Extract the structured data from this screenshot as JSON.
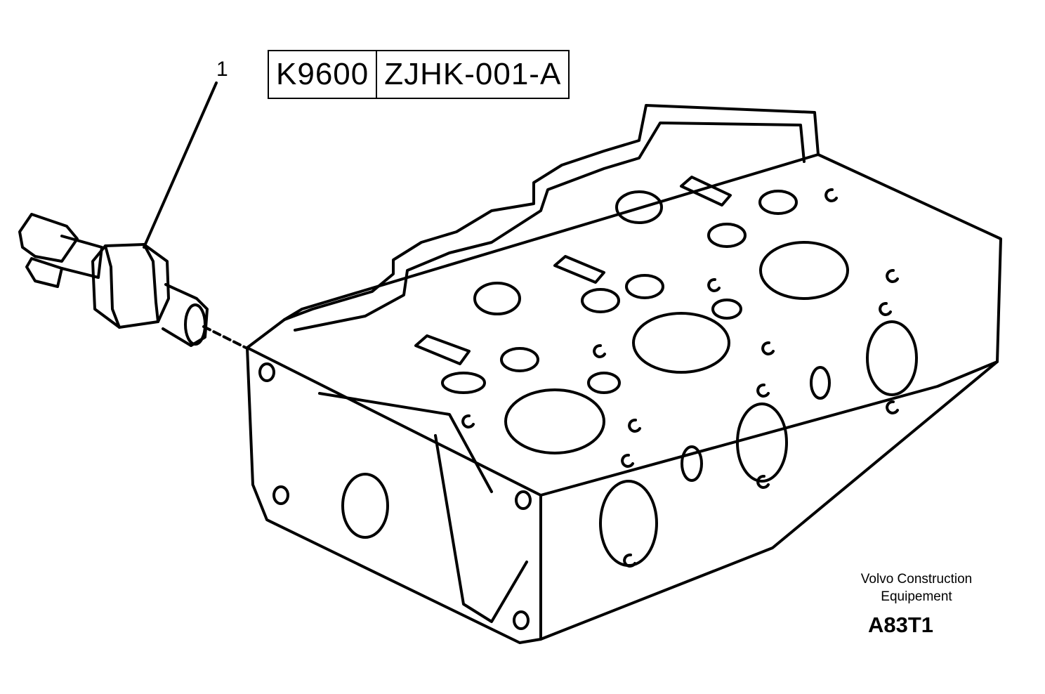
{
  "callout_number": "1",
  "label_box": {
    "left": "K9600",
    "right": "ZJHK-001-A"
  },
  "footer": {
    "company_line1": "Volvo Construction",
    "company_line2": "Equipement",
    "code": "A83T1"
  }
}
